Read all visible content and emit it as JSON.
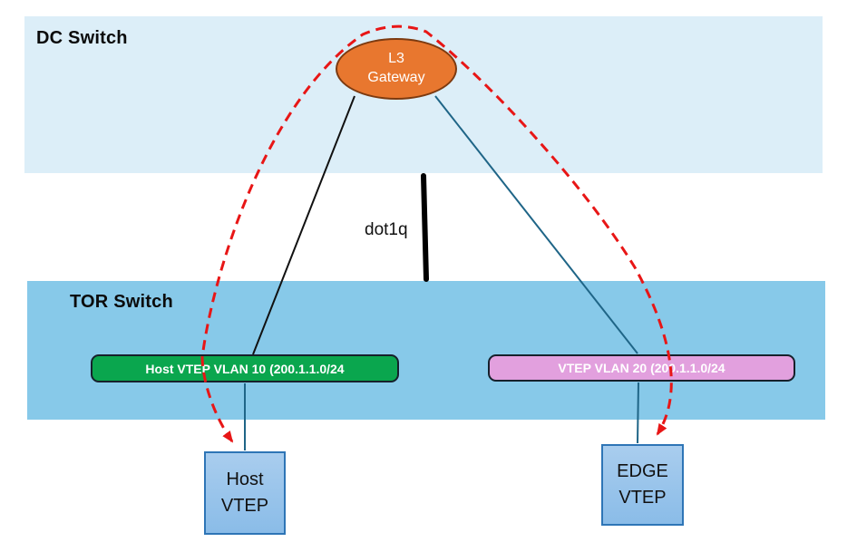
{
  "bands": {
    "dc": {
      "label": "DC Switch",
      "fill": "#dceef8"
    },
    "tor": {
      "label": "TOR Switch",
      "fill": "#87c9e9"
    }
  },
  "nodes": {
    "gateway": {
      "line1": "L3",
      "line2": "Gateway",
      "fill": "#e8772f",
      "border": "#7c3a10"
    },
    "host_vlan": {
      "label": "Host VTEP VLAN 10 (200.1.1.0/24",
      "fill": "#0aa64e"
    },
    "edge_vlan": {
      "label": "VTEP VLAN 20 (200.1.1.0/24",
      "fill": "#e2a0de"
    },
    "host_vtep": {
      "line1": "Host",
      "line2": "VTEP"
    },
    "edge_vtep": {
      "line1": "EDGE",
      "line2": "VTEP"
    }
  },
  "labels": {
    "dot1q": "dot1q"
  },
  "colors": {
    "red_dashed_arrow": "#e81616",
    "teal_link": "#1f6587",
    "black_link": "#111111",
    "dot1q_trunk": "#000000",
    "vtep_border": "#2e75b6",
    "vlan_border": "#16202b"
  }
}
